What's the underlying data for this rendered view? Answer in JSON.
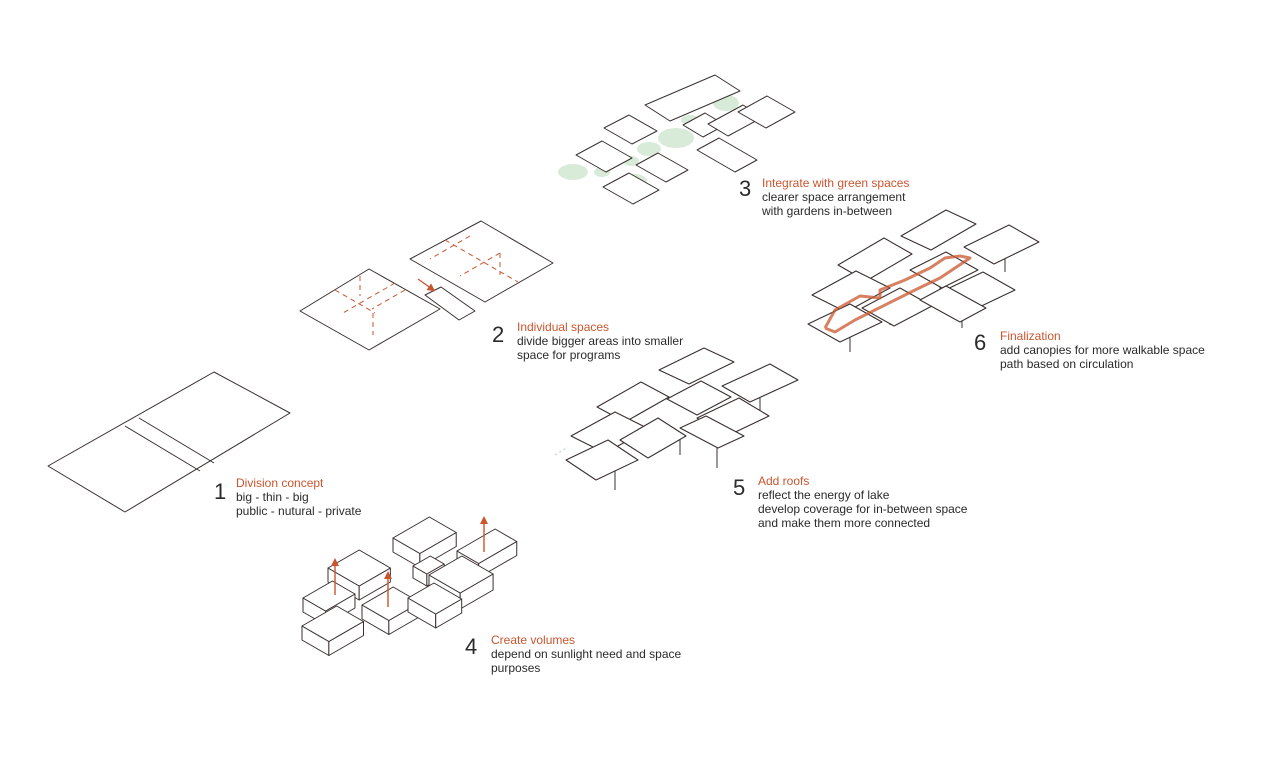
{
  "colors": {
    "stroke": "#3a3030",
    "accent": "#c9552e",
    "green": "#d8ead8",
    "text": "#2a2a2a"
  },
  "steps": [
    {
      "number": "1",
      "title": "Division concept",
      "lines": [
        "big - thin - big",
        "public - nutural - private"
      ]
    },
    {
      "number": "2",
      "title": "Individual spaces",
      "lines": [
        "divide bigger areas into smaller",
        "space for programs"
      ]
    },
    {
      "number": "3",
      "title": "Integrate with green spaces",
      "lines": [
        "clearer space arrangement",
        "with gardens in-between"
      ]
    },
    {
      "number": "4",
      "title": "Create volumes",
      "lines": [
        "depend on sunlight need and space",
        "purposes"
      ]
    },
    {
      "number": "5",
      "title": "Add roofs",
      "lines": [
        "reflect the energy of lake",
        "develop coverage for in-between space",
        "and make them more connected"
      ]
    },
    {
      "number": "6",
      "title": "Finalization",
      "lines": [
        "add canopies for more walkable space",
        "path based on circulation"
      ]
    }
  ]
}
